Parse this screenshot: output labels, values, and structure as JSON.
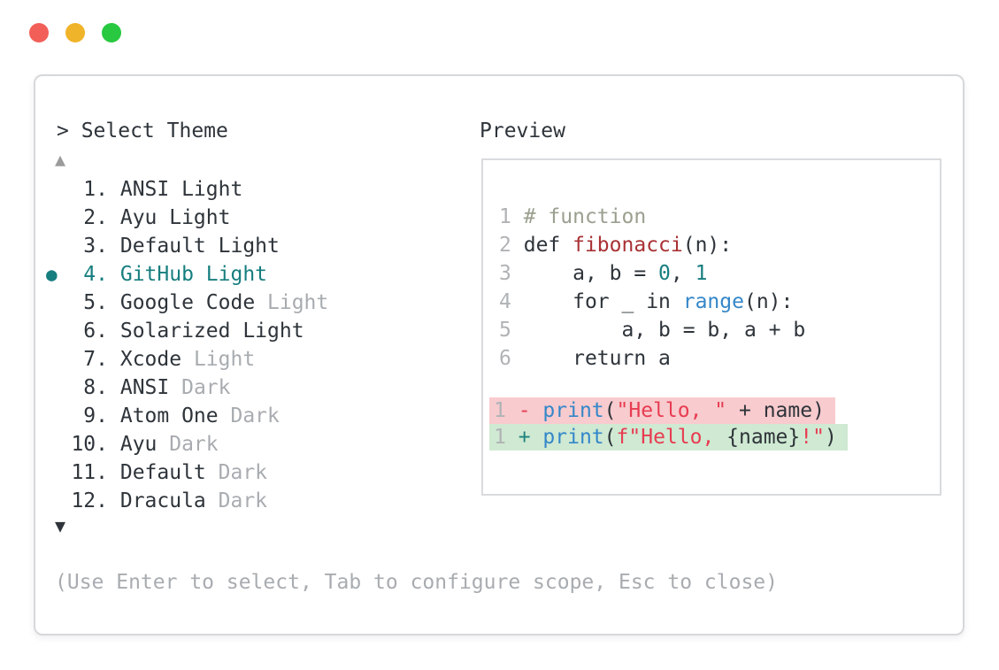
{
  "window": {
    "traffic_lights": [
      {
        "name": "close",
        "color": "#f25f58"
      },
      {
        "name": "minimize",
        "color": "#f0b42a"
      },
      {
        "name": "zoom",
        "color": "#28c940"
      }
    ]
  },
  "colors": {
    "text": "#2e343a",
    "muted": "#a8acb0",
    "muted-arrow": "#9b9b9b",
    "linenum": "#b0b3b6",
    "accent": "#177e7f",
    "comment": "#9aa08f",
    "func": "#a93134",
    "builtin": "#3487c9",
    "string": "#e73c51",
    "sign-added": "#1d837f",
    "removed-bg": "#f8cbce",
    "added-bg": "#cfe9d2"
  },
  "theme_picker": {
    "title": "> Select Theme",
    "scroll_up_indicator": "▲",
    "scroll_down_indicator": "▼",
    "items": [
      {
        "num": "1",
        "name": "ANSI Light",
        "suffix": "",
        "selected": false
      },
      {
        "num": "2",
        "name": "Ayu Light",
        "suffix": "",
        "selected": false
      },
      {
        "num": "3",
        "name": "Default Light",
        "suffix": "",
        "selected": false
      },
      {
        "num": "4",
        "name": "GitHub Light",
        "suffix": "",
        "selected": true
      },
      {
        "num": "5",
        "name": "Google Code",
        "suffix": "Light",
        "selected": false
      },
      {
        "num": "6",
        "name": "Solarized Light",
        "suffix": "",
        "selected": false
      },
      {
        "num": "7",
        "name": "Xcode",
        "suffix": "Light",
        "selected": false
      },
      {
        "num": "8",
        "name": "ANSI",
        "suffix": "Dark",
        "selected": false
      },
      {
        "num": "9",
        "name": "Atom One",
        "suffix": "Dark",
        "selected": false
      },
      {
        "num": "10",
        "name": "Ayu",
        "suffix": "Dark",
        "selected": false
      },
      {
        "num": "11",
        "name": "Default",
        "suffix": "Dark",
        "selected": false
      },
      {
        "num": "12",
        "name": "Dracula",
        "suffix": "Dark",
        "selected": false
      }
    ],
    "footer_hint": "(Use Enter to select, Tab to configure scope, Esc to close)"
  },
  "preview": {
    "title": "Preview",
    "code_lines": [
      {
        "num": "1",
        "tokens": [
          [
            "# function",
            "comment"
          ]
        ]
      },
      {
        "num": "2",
        "tokens": [
          [
            "def ",
            "plain"
          ],
          [
            "fibonacci",
            "func"
          ],
          [
            "(n):",
            "plain"
          ]
        ]
      },
      {
        "num": "3",
        "tokens": [
          [
            "    a, b = ",
            "plain"
          ],
          [
            "0",
            "number"
          ],
          [
            ", ",
            "plain"
          ],
          [
            "1",
            "number"
          ]
        ]
      },
      {
        "num": "4",
        "tokens": [
          [
            "    for _ in ",
            "plain"
          ],
          [
            "range",
            "builtin"
          ],
          [
            "(n):",
            "plain"
          ]
        ]
      },
      {
        "num": "5",
        "tokens": [
          [
            "        a, b = b, a + b",
            "plain"
          ]
        ]
      },
      {
        "num": "6",
        "tokens": [
          [
            "    return a",
            "plain"
          ]
        ]
      }
    ],
    "diff_lines": [
      {
        "num": "1",
        "kind": "removed",
        "tokens": [
          [
            "- ",
            "sign"
          ],
          [
            "print",
            "builtin"
          ],
          [
            "(",
            "plain"
          ],
          [
            "\"Hello, \"",
            "string"
          ],
          [
            " + name)",
            "plain"
          ]
        ]
      },
      {
        "num": "1",
        "kind": "added",
        "tokens": [
          [
            "+ ",
            "sign"
          ],
          [
            "print",
            "builtin"
          ],
          [
            "(",
            "plain"
          ],
          [
            "f\"Hello, ",
            "string"
          ],
          [
            "{name}",
            "plain"
          ],
          [
            "!\"",
            "string"
          ],
          [
            ")",
            "plain"
          ]
        ]
      }
    ]
  }
}
